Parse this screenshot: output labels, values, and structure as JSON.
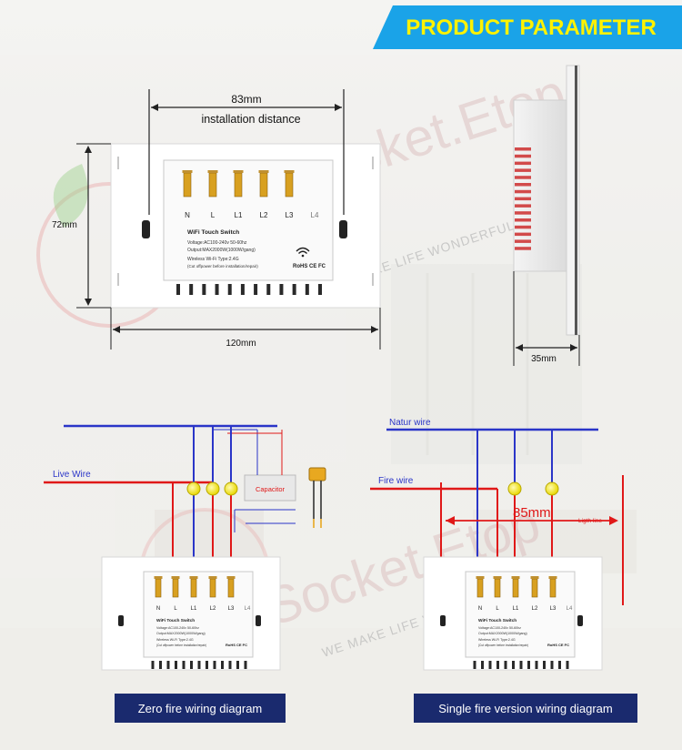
{
  "banner": {
    "title": "PRODUCT PARAMETER",
    "bg_color": "#1aa3e8",
    "text_color": "#fff200"
  },
  "watermark": {
    "brand": "Socket.Etop",
    "slogan": "WE MAKE LIFE WONDERFUL"
  },
  "dimensions": {
    "installation_value": "83mm",
    "installation_label": "installation distance",
    "height": "72mm",
    "width": "120mm",
    "depth": "35mm"
  },
  "switch_label": {
    "terminals": [
      "N",
      "L",
      "L1",
      "L2",
      "L3",
      "L4"
    ],
    "name": "WiFi Touch Switch",
    "voltage": "Voltage:AC100-240v 50-60hz",
    "output": "Output:MAX2000W(1000W/gang)",
    "wireless": "Wireless Wi-Fi Type:2.4G",
    "warning": "(Cut offpower before installation/repair)",
    "marks": "RoHS CE FC"
  },
  "zero_fire": {
    "live_wire": "Live Wire",
    "capacitor": "Capacitor",
    "caption": "Zero fire wiring diagram"
  },
  "single_fire": {
    "natur_wire": "Natur wire",
    "fire_wire": "Fire wire",
    "distance": "85mm",
    "ligth_line": "Ligth line",
    "caption": "Single fire version wiring diagram"
  },
  "colors": {
    "neutral_wire": "#2a35c8",
    "live_wire": "#e01818",
    "caption_bg": "#1a2a6e",
    "terminal": "#d8a020"
  }
}
